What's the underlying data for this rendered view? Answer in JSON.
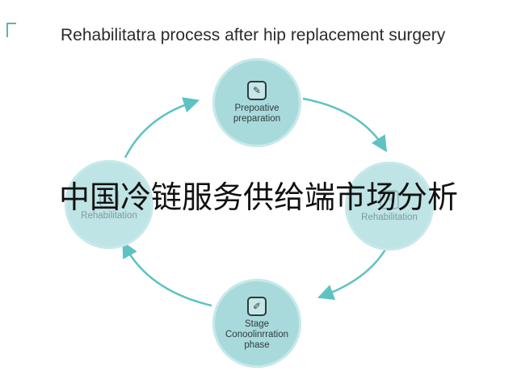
{
  "title": "Rehabilitatra process after hip replacement surgery",
  "overlay_text": "中国冷链服务供给端市场分析",
  "colors": {
    "node_fill": "#a8dadc",
    "arrow": "#5fc2c2",
    "accent": "#5fb3b3"
  },
  "nodes": [
    {
      "id": "top",
      "icon": "pencil-icon",
      "lines": [
        "Prepoative",
        "preparation"
      ]
    },
    {
      "id": "right",
      "icon": "tools-icon",
      "lines": [
        "Rehabilitation"
      ]
    },
    {
      "id": "bottom",
      "icon": "edit-icon",
      "lines": [
        "Stage",
        "Conoolinrration",
        "phase"
      ]
    },
    {
      "id": "left",
      "icon": "heart-icon",
      "lines": [
        "Rehabilitation"
      ]
    }
  ]
}
